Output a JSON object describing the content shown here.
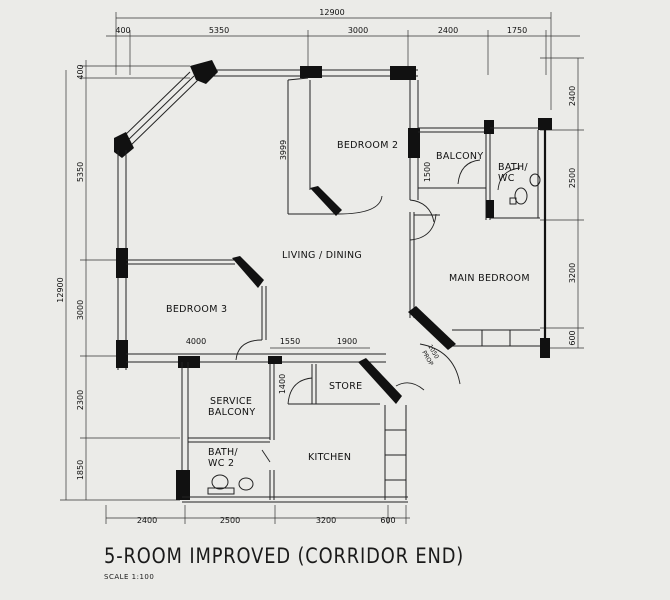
{
  "title": "5-ROOM IMPROVED (CORRIDOR END)",
  "scale": "SCALE   1:100",
  "rooms": {
    "bedroom2": "BEDROOM 2",
    "balcony": "BALCONY",
    "bath_wc_line1": "BATH/",
    "bath_wc_line2": "WC",
    "living_dining": "LIVING / DINING",
    "main_bedroom": "MAIN BEDROOM",
    "bedroom3": "BEDROOM 3",
    "store": "STORE",
    "service_balcony_line1": "SERVICE",
    "service_balcony_line2": "BALCONY",
    "bath_wc2_line1": "BATH/",
    "bath_wc2_line2": "WC 2",
    "kitchen": "KITCHEN",
    "door_tag_line1": "1050",
    "door_tag_line2": "PROP"
  },
  "dimensions": {
    "top_overall": "12900",
    "top_segments": [
      "400",
      "5350",
      "3000",
      "2400",
      "1750"
    ],
    "left_overall": "12900",
    "left_segments": [
      "400",
      "5350",
      "3000",
      "2300",
      "1850"
    ],
    "bottom_segments": [
      "2400",
      "2500",
      "3200",
      "600"
    ],
    "right_segments": [
      "2400",
      "2500",
      "3200",
      "600"
    ],
    "interior": {
      "bedroom2_height": "3999",
      "balcony_width": "1500",
      "bedroom3_width": "4000",
      "corridor_a": "1550",
      "corridor_b": "1900",
      "store_height": "1400"
    }
  }
}
